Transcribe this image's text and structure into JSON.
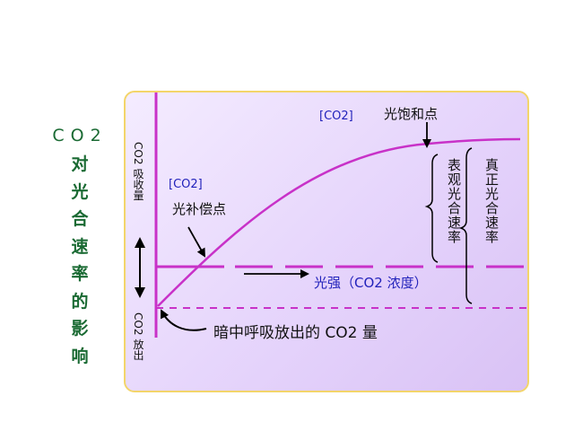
{
  "side_title": {
    "co2": "CO2",
    "chars": [
      "对",
      "光",
      "合",
      "速",
      "率",
      "的",
      "影",
      "响"
    ]
  },
  "labels": {
    "co2_top": "[CO2]",
    "saturation_point": "光饱和点",
    "co2_left": "[CO2]",
    "compensation_point": "光补偿点",
    "apparent_rate": "表观光合速率",
    "true_rate": "真正光合速率",
    "x_axis": "光强（CO2 浓度）",
    "dark_release": "暗中呼吸放出的 CO2 量",
    "y_up": "CO2 吸收量",
    "y_down": "CO2 放出"
  },
  "colors": {
    "curve": "#c832c8",
    "axis": "#c832c8",
    "arrow": "#000000",
    "title": "#1a6a33",
    "co2_label": "#2222bb"
  }
}
